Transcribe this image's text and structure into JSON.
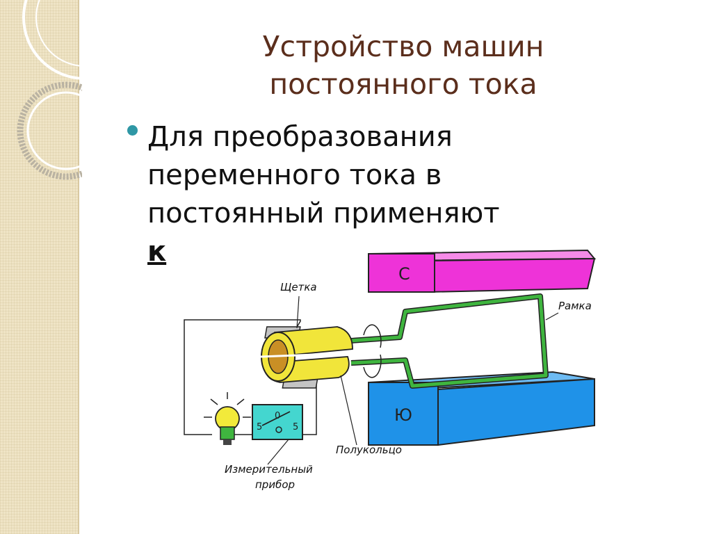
{
  "title": {
    "line1": "Устройство машин",
    "line2": "постоянного тока"
  },
  "bullet": {
    "line1": "Для преобразования",
    "line2": "переменного тока в",
    "line3": "постоянный применяют",
    "line4": "к"
  },
  "diagram": {
    "labels": {
      "brush": "Щетка",
      "frame": "Рамка",
      "half_ring": "Полукольцо",
      "meter_line1": "Измерительный",
      "meter_line2": "прибор"
    },
    "magnets": {
      "north": "С",
      "south": "Ю"
    },
    "meter_scale": {
      "left": "5",
      "center": "0",
      "right": "5"
    }
  },
  "colors": {
    "title": "#5b2e1c",
    "bullet": "#2f97a5",
    "magnet_top": "#ee33d8",
    "magnet_bottom": "#1f92e8",
    "frame_wire": "#3fb53f",
    "half_ring": "#f1e53a",
    "meter": "#44d6cf",
    "bulb": "#f2ea3a",
    "side_strip": "#efe4c6"
  }
}
